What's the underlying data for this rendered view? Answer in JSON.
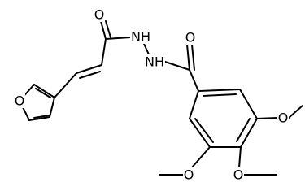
{
  "structure": {
    "atom_labels": {
      "carbonyl_o_left": "O",
      "hydrazide_nh_upper": "NH",
      "hydrazide_nh_lower": "NH",
      "carbonyl_o_right": "O",
      "furan_o": "O",
      "methoxy_o_right": "O",
      "methoxy_o_lower_left": "O",
      "methoxy_o_lower_mid": "O"
    },
    "line_color": "#000000"
  }
}
